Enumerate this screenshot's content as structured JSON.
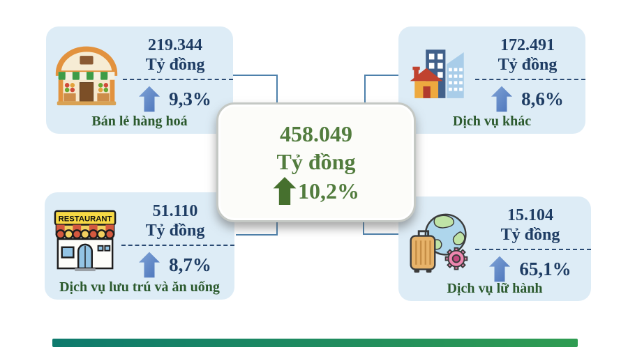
{
  "center": {
    "value": "458.049",
    "unit": "Tỷ đồng",
    "change": "10,2%",
    "arrow_icon": "up-arrow-icon",
    "text_color": "#527c3e",
    "arrow_color": "#46702e"
  },
  "cards": [
    {
      "id": "ban-le-hang-hoa",
      "position": "top-left",
      "icon": "storefront-icon",
      "value": "219.344",
      "unit": "Tỷ đồng",
      "change": "9,3%",
      "label": "Bán lẻ hàng hoá"
    },
    {
      "id": "dich-vu-khac",
      "position": "top-right",
      "icon": "buildings-icon",
      "value": "172.491",
      "unit": "Tỷ đồng",
      "change": "8,6%",
      "label": "Dịch vụ khác"
    },
    {
      "id": "dich-vu-luu-tru-va-an-uong",
      "position": "bottom-left",
      "icon": "restaurant-icon",
      "value": "51.110",
      "unit": "Tỷ đồng",
      "change": "8,7%",
      "label": "Dịch vụ lưu trú và ăn uống",
      "sign_text": "RESTAURANT"
    },
    {
      "id": "dich-vu-lu-hanh",
      "position": "bottom-right",
      "icon": "travel-icon",
      "value": "15.104",
      "unit": "Tỷ đồng",
      "change": "65,1%",
      "label": "Dịch vụ lữ hành"
    }
  ],
  "colors": {
    "card_background": "#ddecf6",
    "value_text": "#1e3c63",
    "label_text": "#2c5a2e",
    "center_text": "#527c3e",
    "arrow_blue": "#5b87c7",
    "arrow_green": "#46702e",
    "connector_line": "#4d80ab",
    "bottom_bar_left": "#0e7a6d",
    "bottom_bar_right": "#2f9c52"
  },
  "chart_data": {
    "type": "table",
    "unit": "Tỷ đồng",
    "total_value": "458.049",
    "total_growth_pct": "10,2%",
    "rows": [
      {
        "category": "Bán lẻ hàng hoá",
        "value": "219.344",
        "growth_pct": "9,3%"
      },
      {
        "category": "Dịch vụ khác",
        "value": "172.491",
        "growth_pct": "8,6%"
      },
      {
        "category": "Dịch vụ lưu trú và ăn uống",
        "value": "51.110",
        "growth_pct": "8,7%"
      },
      {
        "category": "Dịch vụ lữ hành",
        "value": "15.104",
        "growth_pct": "65,1%"
      }
    ]
  }
}
